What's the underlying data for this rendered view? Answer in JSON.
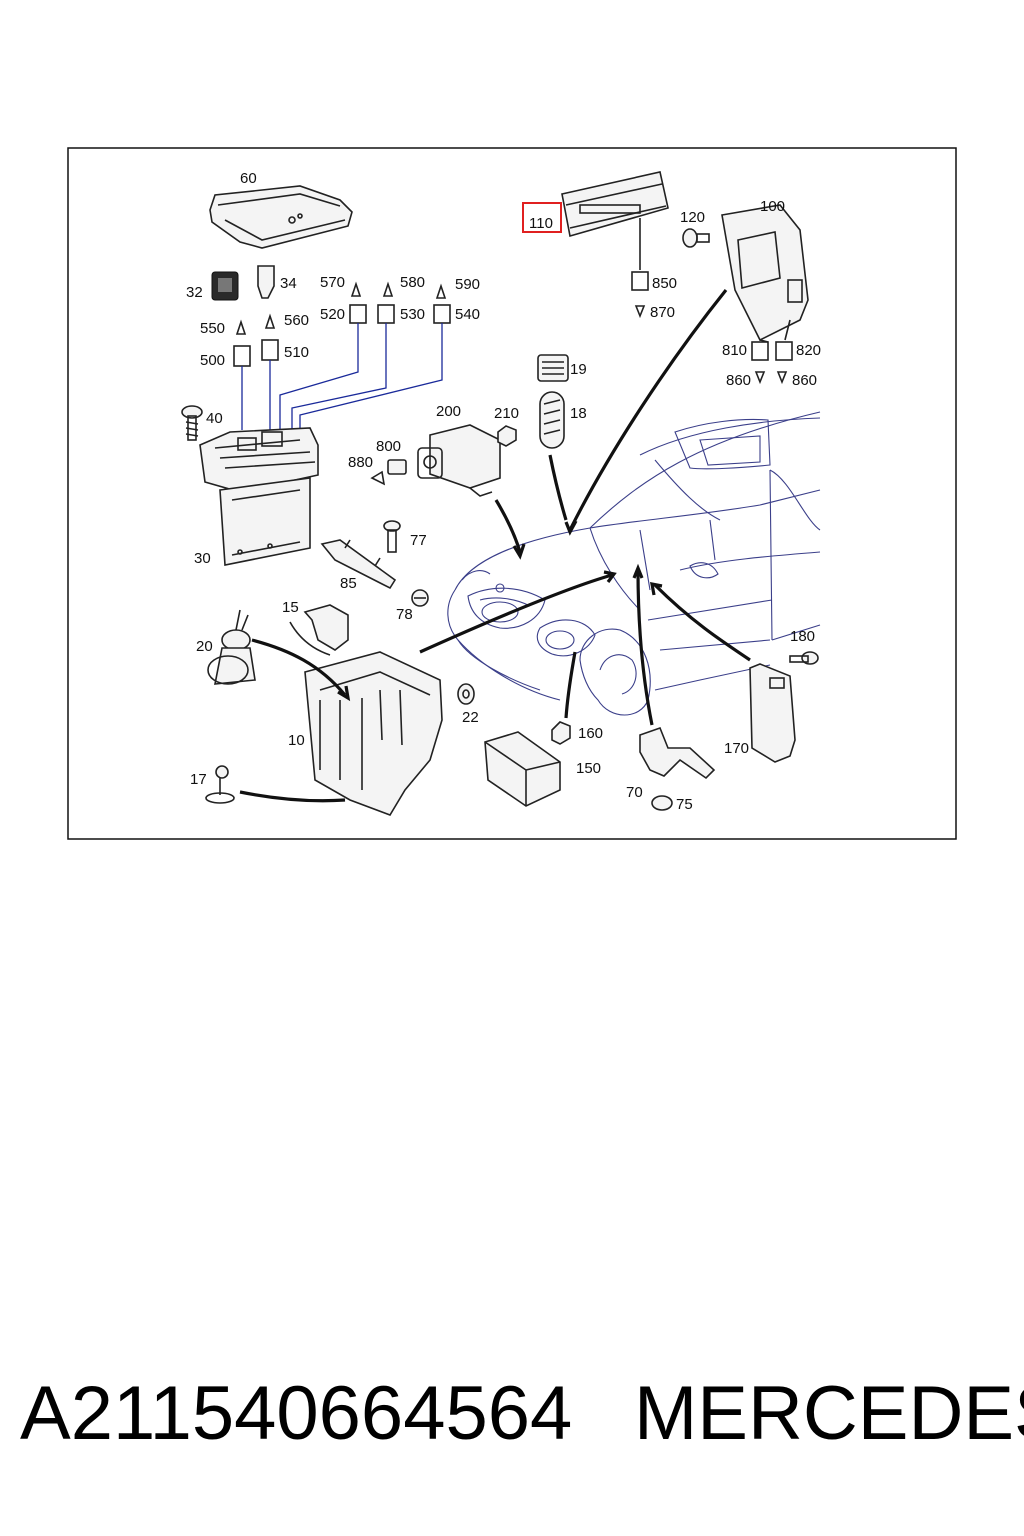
{
  "callouts": [
    {
      "id": "c60",
      "text": "60"
    },
    {
      "id": "c32",
      "text": "32"
    },
    {
      "id": "c34",
      "text": "34"
    },
    {
      "id": "c570",
      "text": "570"
    },
    {
      "id": "c580",
      "text": "580"
    },
    {
      "id": "c590",
      "text": "590"
    },
    {
      "id": "c520",
      "text": "520"
    },
    {
      "id": "c530",
      "text": "530"
    },
    {
      "id": "c540",
      "text": "540"
    },
    {
      "id": "c550",
      "text": "550"
    },
    {
      "id": "c560",
      "text": "560"
    },
    {
      "id": "c500",
      "text": "500"
    },
    {
      "id": "c510",
      "text": "510"
    },
    {
      "id": "c40",
      "text": "40"
    },
    {
      "id": "c30",
      "text": "30"
    },
    {
      "id": "c110",
      "text": "110"
    },
    {
      "id": "c120",
      "text": "120"
    },
    {
      "id": "c100",
      "text": "100"
    },
    {
      "id": "c850",
      "text": "850"
    },
    {
      "id": "c870",
      "text": "870"
    },
    {
      "id": "c810",
      "text": "810"
    },
    {
      "id": "c820",
      "text": "820"
    },
    {
      "id": "c860a",
      "text": "860"
    },
    {
      "id": "c860b",
      "text": "860"
    },
    {
      "id": "c19",
      "text": "19"
    },
    {
      "id": "c18",
      "text": "18"
    },
    {
      "id": "c200",
      "text": "200"
    },
    {
      "id": "c210",
      "text": "210"
    },
    {
      "id": "c800",
      "text": "800"
    },
    {
      "id": "c880",
      "text": "880"
    },
    {
      "id": "c77",
      "text": "77"
    },
    {
      "id": "c85",
      "text": "85"
    },
    {
      "id": "c78",
      "text": "78"
    },
    {
      "id": "c15",
      "text": "15"
    },
    {
      "id": "c20",
      "text": "20"
    },
    {
      "id": "c22",
      "text": "22"
    },
    {
      "id": "c10",
      "text": "10"
    },
    {
      "id": "c17",
      "text": "17"
    },
    {
      "id": "c160",
      "text": "160"
    },
    {
      "id": "c150",
      "text": "150"
    },
    {
      "id": "c180",
      "text": "180"
    },
    {
      "id": "c170",
      "text": "170"
    },
    {
      "id": "c70",
      "text": "70"
    },
    {
      "id": "c75",
      "text": "75"
    }
  ],
  "highlighted_callout": "110",
  "highlight_color": "#e02020",
  "caption": {
    "part_number": "A211540664564",
    "brand": "MERCEDES"
  }
}
